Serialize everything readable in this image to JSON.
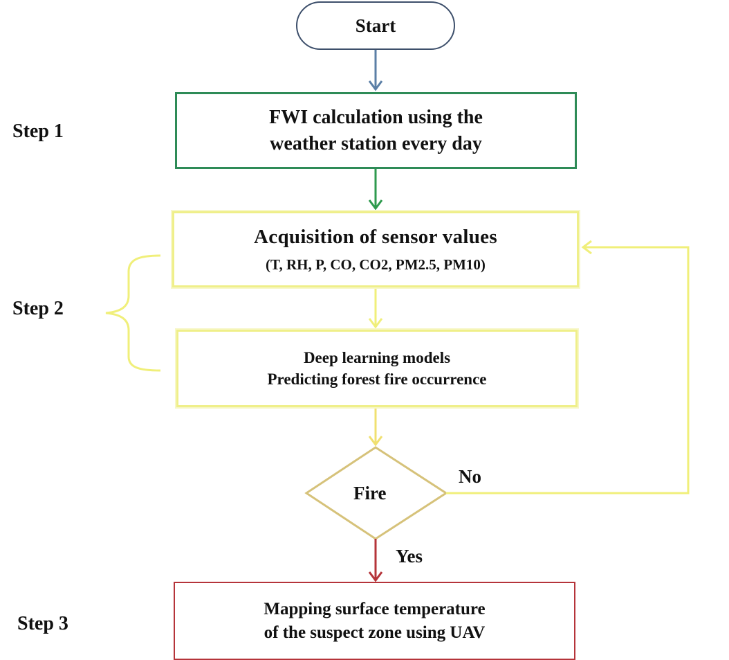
{
  "nodes": {
    "start": "Start",
    "step1_box": [
      "FWI calculation using the",
      "weather station every day"
    ],
    "acquisition": {
      "title": "Acquisition of sensor values",
      "sensors": "(T, RH, P, CO, CO2, PM2.5, PM10)"
    },
    "deep_learning": [
      "Deep learning models",
      "Predicting forest fire occurrence"
    ],
    "decision": "Fire",
    "step3_box": [
      "Mapping surface temperature",
      "of the suspect zone using UAV"
    ]
  },
  "step_labels": [
    "Step 1",
    "Step 2",
    "Step 3"
  ],
  "edge_labels": {
    "no": "No",
    "yes": "Yes"
  },
  "colors": {
    "start": "#3d4f6b",
    "step1": "#2e8b57",
    "step2": "#efef8a",
    "decision": "#d6c27a",
    "yes": "#b5343a",
    "arrow_start": "#5b7fa6"
  }
}
